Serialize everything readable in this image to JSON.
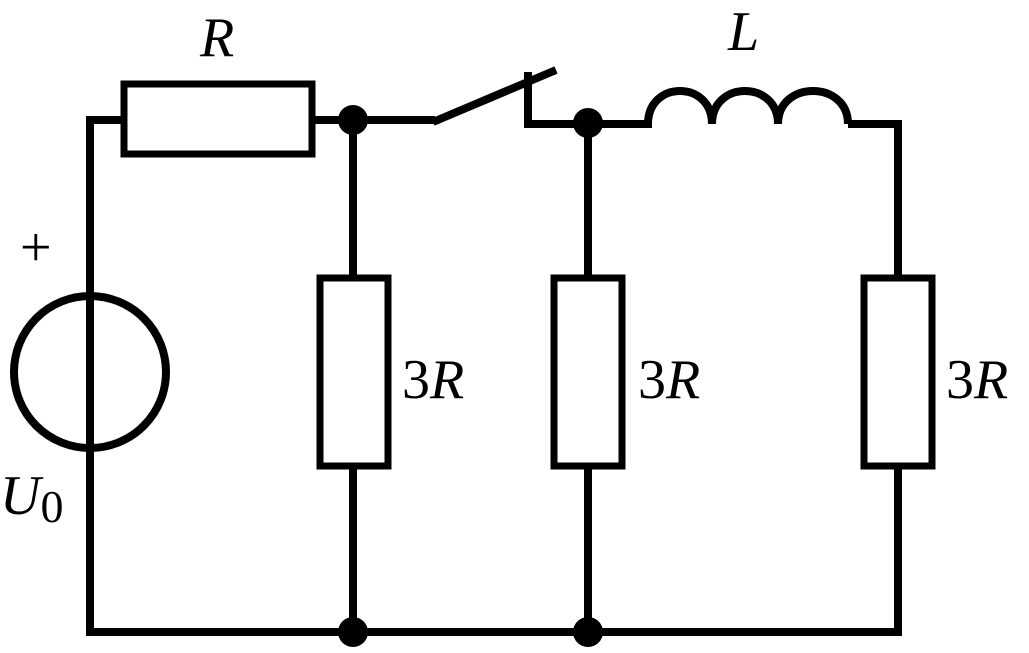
{
  "labels": {
    "series_resistor": "R",
    "inductor": "L",
    "source_polarity": "+",
    "source_name": "U",
    "source_subscript": "0",
    "resistor_mid_left_prefix": "3",
    "resistor_mid_left_var": "R",
    "resistor_mid_right_prefix": "3",
    "resistor_mid_right_var": "R",
    "resistor_right_prefix": "3",
    "resistor_right_var": "R"
  },
  "colors": {
    "line": "#000000",
    "background": "#ffffff"
  }
}
